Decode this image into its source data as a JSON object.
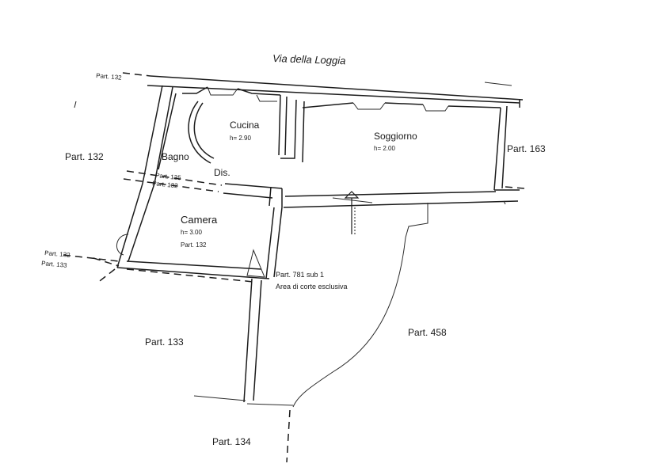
{
  "street": {
    "name": "Via della Loggia"
  },
  "rooms": {
    "cucina": {
      "name": "Cucina",
      "height": "h= 2.90"
    },
    "soggiorno": {
      "name": "Soggiorno",
      "height": "h= 2.00"
    },
    "bagno": {
      "name": "Bagno"
    },
    "disimpegno": {
      "name": "Dis."
    },
    "camera": {
      "name": "Camera",
      "height": "h= 3.00",
      "parcel": "Part. 132"
    }
  },
  "courtyard": {
    "line1": "Part. 781 sub 1",
    "line2": "Area di corte esclusiva"
  },
  "parcels": {
    "p132_west": "Part. 132",
    "p163": "Part. 163",
    "p133": "Part. 133",
    "p458": "Part. 458",
    "p134": "Part. 134",
    "small_top": "Part. 132",
    "small_left_132": "Part. 132",
    "small_left_133": "Part. 133",
    "small_bagno_135": "Part. 135",
    "small_bagno_132": "Part. 132"
  }
}
